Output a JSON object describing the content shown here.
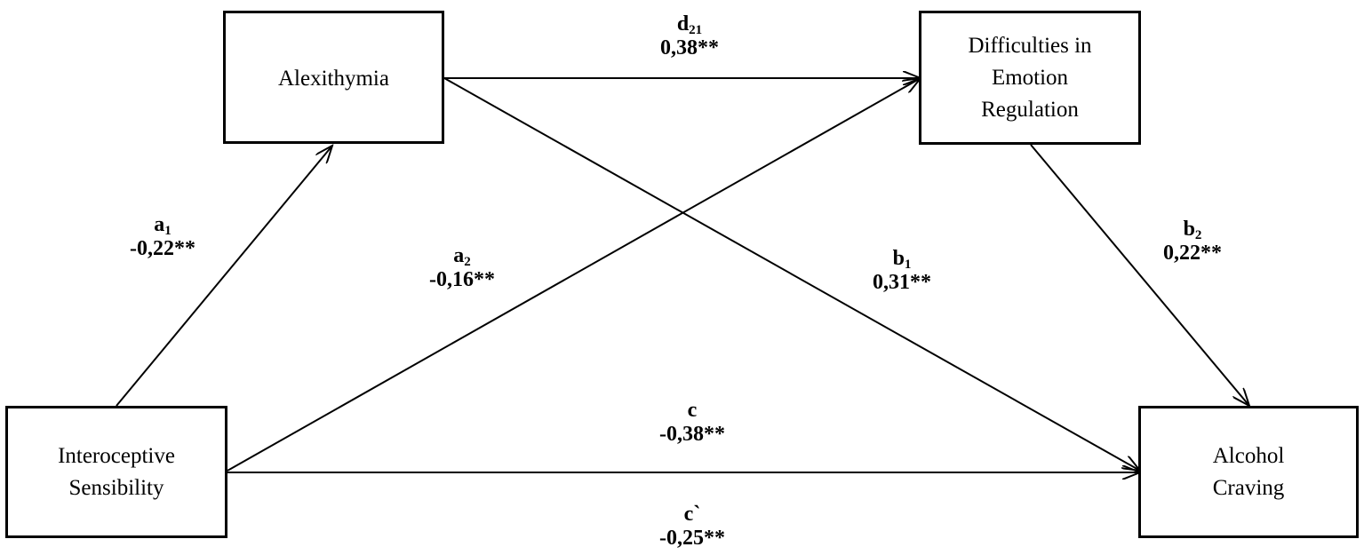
{
  "diagram": {
    "nodes": {
      "alexithymia": "Alexithymia",
      "difficulties": "Difficulties  in\nEmotion\nRegulation",
      "interoceptive": "Interoceptive\nSensibility",
      "craving": "Alcohol\nCraving"
    },
    "paths": {
      "a1": {
        "letter": "a",
        "sub": "1",
        "coef": "-0,22**"
      },
      "a2": {
        "letter": "a",
        "sub": "2",
        "coef": "-0,16**"
      },
      "d21": {
        "letter": "d",
        "sub": "21",
        "coef": "0,38**"
      },
      "b1": {
        "letter": "b",
        "sub": "1",
        "coef": "0,31**"
      },
      "b2": {
        "letter": "b",
        "sub": "2",
        "coef": "0,22**"
      },
      "c": {
        "letter": "c",
        "coef": "-0,38**"
      },
      "c_prime": {
        "letter": "c`",
        "coef": "-0,25**"
      }
    },
    "colors": {
      "line": "#000000",
      "background": "#ffffff"
    }
  }
}
